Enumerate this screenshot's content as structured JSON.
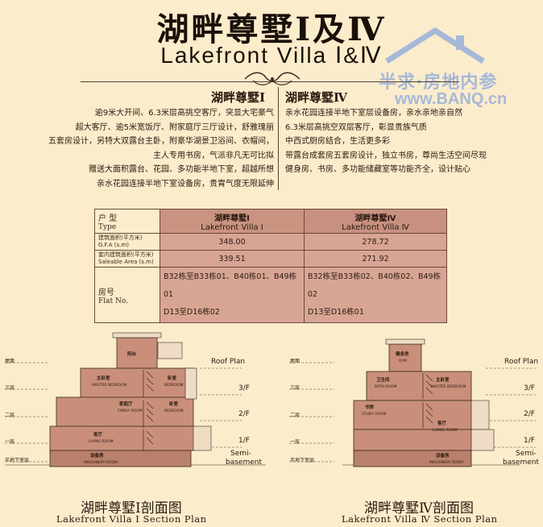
{
  "header": {
    "title_cn": "湖畔尊墅Ⅰ及Ⅳ",
    "title_en": "Lakefront Villa  Ⅰ&Ⅳ"
  },
  "watermark": {
    "line1": "半求·房地内参",
    "url": "www.BANQ.cn"
  },
  "villa1": {
    "heading": "湖畔尊墅Ⅰ",
    "lines": [
      "逾9米大开间、6.3米层高挑空客厅，突显大宅豪气",
      "超大客厅、逾5米宽饭厅、附家庭厅三厅设计，舒雅瑰丽",
      "五套房设计，另特大双露台主卧，附豪华湖景卫浴间、衣帽间，",
      "主人专用书房，气派非凡无可比拟",
      "赠送大面积露台、花园、多功能半地下室，超越所想",
      "亲水花园连接半地下室设备房，贵胄气度无限延伸"
    ]
  },
  "villa4": {
    "heading": "湖畔尊墅Ⅳ",
    "lines": [
      "亲水花园连接半地下室层设备房，亲水亲地亲自然",
      "6.3米层高挑空双层客厅，彰显贵族气质",
      "中西式厨房结合，生活更多彩",
      "带露台成套房五套房设计，独立书房，尊尚生活空间尽现",
      "健身房、书房、多功能储藏室等功能齐全，设计贴心"
    ]
  },
  "table": {
    "type_label_cn": "户  型",
    "type_label_en": "Type",
    "gfa_label_cn": "建筑面积(平方米)",
    "gfa_label_en": "G.F.A (s.m)",
    "sa_label_cn": "套内建筑面积(平方米)",
    "sa_label_en": "Saleable Area (s.m)",
    "flat_label_cn": "房号",
    "flat_label_en": "Flat No.",
    "col1": {
      "name_cn": "湖畔尊墅Ⅰ",
      "name_en": "Lakefront Villa  Ⅰ",
      "gfa": "348.00",
      "sa": "339.51",
      "flat_line1": "B32栋至B33栋01、B40栋01、B49栋01",
      "flat_line2": "D13至D16栋02"
    },
    "col2": {
      "name_cn": "湖畔尊墅Ⅳ",
      "name_en": "Lakefront Villa Ⅳ",
      "gfa": "278.72",
      "sa": "271.92",
      "flat_line1": "B32栋至B33栋02、B40栋02、B49栋02",
      "flat_line2": "D13至D16栋01"
    }
  },
  "section1": {
    "caption_cn": "湖畔尊墅Ⅰ剖面图",
    "caption_en": "Lakefront Villa Ⅰ Section Plan",
    "floor_labels": [
      "屋面",
      "三层",
      "二层",
      "一层",
      "半地下室层"
    ],
    "rooms": [
      {
        "cn": "阳台",
        "en": ""
      },
      {
        "cn": "主卧室",
        "en": "MASTER BEDROOM"
      },
      {
        "cn": "卧室",
        "en": "BEDROOM"
      },
      {
        "cn": "家庭厅",
        "en": "FAMILY ROOM"
      },
      {
        "cn": "卧室",
        "en": "BEDROOM"
      },
      {
        "cn": "客厅",
        "en": "LIVING ROOM"
      },
      {
        "cn": "设备房",
        "en": "MACHINERY ROOM"
      }
    ]
  },
  "section4": {
    "caption_cn": "湖畔尊墅Ⅳ剖面图",
    "caption_en": "Lakefront Villa Ⅳ Section Plan",
    "floor_labels": [
      "屋面",
      "三层",
      "二层",
      "一层",
      "半地下室层"
    ],
    "rooms": [
      {
        "cn": "健身房",
        "en": "GYM"
      },
      {
        "cn": "卫生间",
        "en": "BATH ROOM"
      },
      {
        "cn": "主卧室",
        "en": "MASTER BEDROOM"
      },
      {
        "cn": "书房",
        "en": "STUDY ROOM"
      },
      {
        "cn": "客厅",
        "en": "LIVING ROOM"
      },
      {
        "cn": "设备房",
        "en": "MACHINERY ROOM"
      }
    ]
  },
  "levels": {
    "roof": "Roof Plan",
    "third": "3/F",
    "second": "2/F",
    "first": "1/F",
    "semi1": "Semi-",
    "semi2": "basement"
  },
  "colors": {
    "background": "#fbeccb",
    "table_cell": "#d8a595",
    "section_fill": "#c98f7a",
    "watermark": "#a7b8d8"
  }
}
